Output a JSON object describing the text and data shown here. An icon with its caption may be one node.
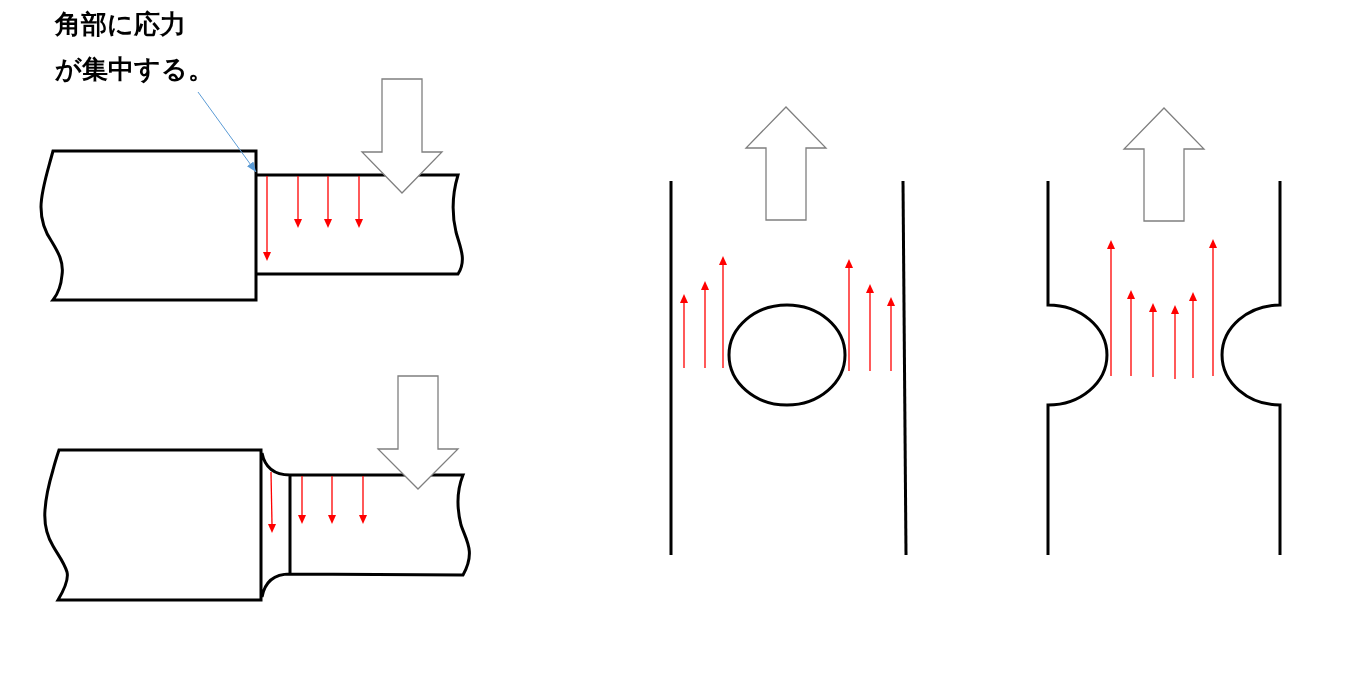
{
  "diagram": {
    "nodes": [
      {
        "text": [
          "角部に応力が集中する。"
        ]
      },
      {
        "text": [],
        "shape": "box"
      }
    ],
    "edges": [
      {
        "from": 0,
        "to": 1,
        "arrow": "to",
        "color": "#5b9bd5"
      }
    ]
  }
}
